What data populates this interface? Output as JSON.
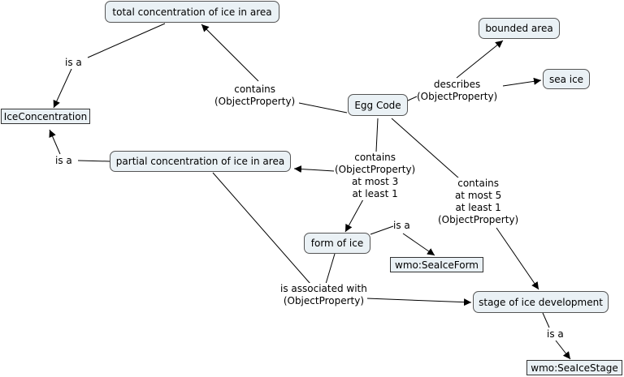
{
  "concepts": {
    "total": "total concentration of ice in area",
    "icecon": "IceConcentration",
    "bounded": "bounded area",
    "seaice": "sea ice",
    "egg": "Egg Code",
    "partial": "partial concentration of ice in area",
    "form": "form of ice",
    "wmoform": "wmo:SeaIceForm",
    "stage": "stage of ice development",
    "wmostage": "wmo:SeaIceStage"
  },
  "links": {
    "isa_total": [
      "is a"
    ],
    "contains_total": [
      "contains",
      "(ObjectProperty)"
    ],
    "describes": [
      "describes",
      "(ObjectProperty)"
    ],
    "isa_partial": [
      "is a"
    ],
    "contains_partial": [
      "contains",
      "(ObjectProperty)",
      "at most 3",
      "at least 1"
    ],
    "contains_stage": [
      "contains",
      "at most 5",
      "at least 1",
      "(ObjectProperty)"
    ],
    "isa_form": [
      "is a"
    ],
    "assoc": [
      "is associated with",
      "(ObjectProperty)"
    ],
    "isa_stage": [
      "is a"
    ]
  }
}
